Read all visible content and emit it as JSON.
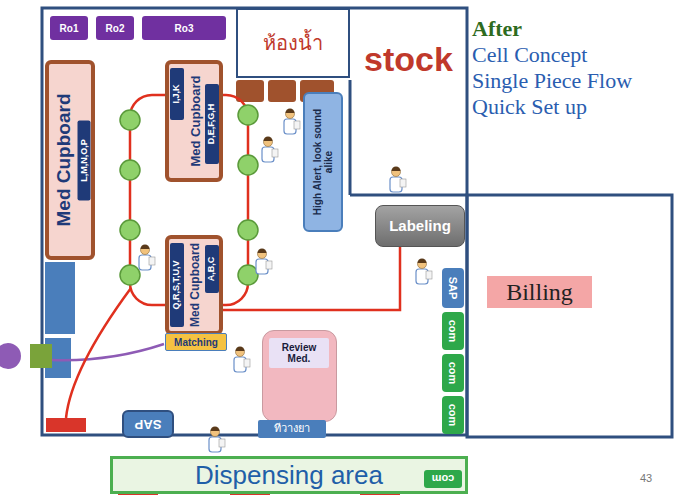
{
  "diagram": {
    "title": "After",
    "nodes": [
      {
        "text": [
          "Ro1"
        ]
      },
      {
        "text": [
          "Ro2"
        ]
      },
      {
        "text": [
          "Ro3"
        ]
      },
      {
        "text": [
          "ห้องน้ำ"
        ]
      },
      {
        "text": [
          "stock"
        ]
      },
      {
        "text": [
          "Med Cupboard",
          "L,M,N,O,P"
        ]
      },
      {
        "text": [
          "I,J,K",
          "Med Cupboard",
          "D,E,F,G,H"
        ]
      },
      {
        "text": [
          "High Alert, look sound alike"
        ]
      },
      {
        "text": [
          "Labeling"
        ]
      },
      {
        "text": [
          "Q,R,S,T,U,V",
          "Med Cupboard",
          "A,B,C"
        ]
      },
      {
        "text": [
          "Matching"
        ]
      },
      {
        "text": [
          "Review Med."
        ]
      },
      {
        "text": [
          "SAP"
        ]
      },
      {
        "text": [
          "com"
        ]
      },
      {
        "text": [
          "com"
        ]
      },
      {
        "text": [
          "com"
        ]
      },
      {
        "text": [
          "Billing"
        ]
      },
      {
        "text": [
          "ทีวางยา"
        ]
      },
      {
        "text": [
          "SAP"
        ]
      },
      {
        "text": [
          "Dispensing area"
        ]
      },
      {
        "text": [
          "com"
        ],
        "in": 19
      }
    ],
    "edges": [
      {
        "from": 8,
        "to": 9,
        "arrow": "none"
      }
    ],
    "labels": [
      "Cell Concept",
      "Single Piece Flow",
      "Quick Set up",
      "43"
    ]
  }
}
